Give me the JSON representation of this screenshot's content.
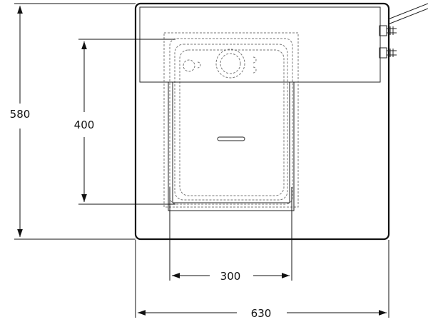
{
  "dimensions": {
    "overall_height": "580",
    "inner_height": "400",
    "inner_width": "300",
    "overall_width": "630"
  },
  "colors": {
    "stroke": "#111111",
    "hidden_line": "#777777",
    "background": "#ffffff"
  }
}
